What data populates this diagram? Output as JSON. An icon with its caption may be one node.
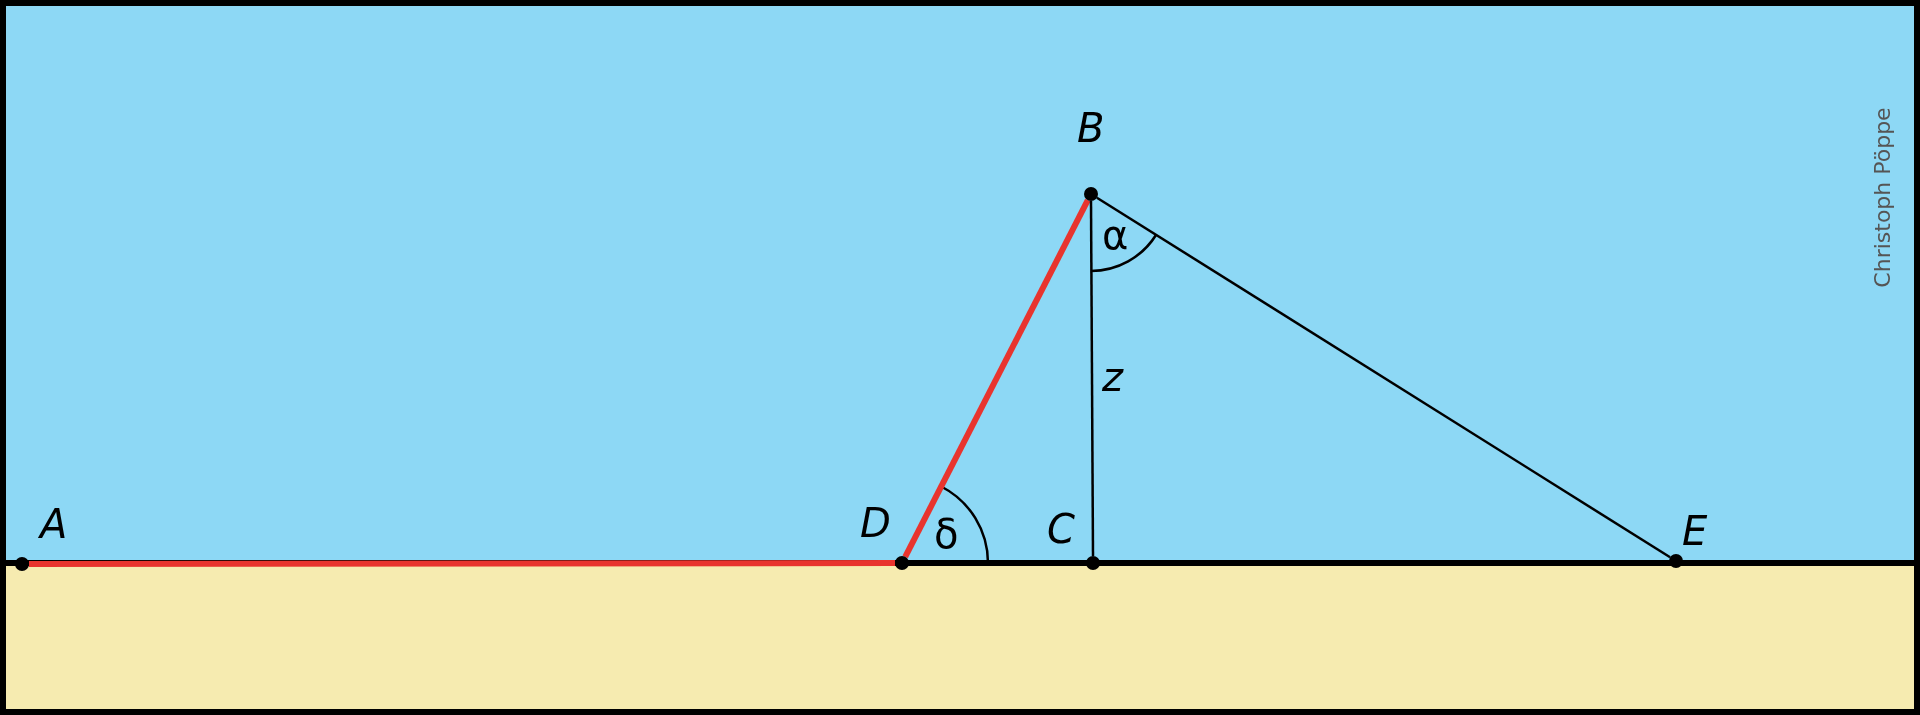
{
  "diagram": {
    "nodes": [
      {
        "text": [
          "A"
        ]
      },
      {
        "text": [
          "B"
        ]
      },
      {
        "text": [
          "C"
        ]
      },
      {
        "text": [
          "D"
        ]
      },
      {
        "text": [
          "E"
        ]
      }
    ],
    "edges": [
      {
        "from": 0,
        "to": 3,
        "arrow": "none",
        "style": "thick",
        "color": "#e8342e"
      },
      {
        "from": 3,
        "to": 1,
        "arrow": "none",
        "style": "thick",
        "color": "#e8342e"
      },
      {
        "from": 1,
        "to": 2,
        "arrow": "none",
        "color": "#000000"
      },
      {
        "from": 1,
        "to": 4,
        "arrow": "none",
        "color": "#000000"
      }
    ],
    "labels": [
      "α",
      "z",
      "δ",
      "Christoph Pöppe"
    ]
  }
}
